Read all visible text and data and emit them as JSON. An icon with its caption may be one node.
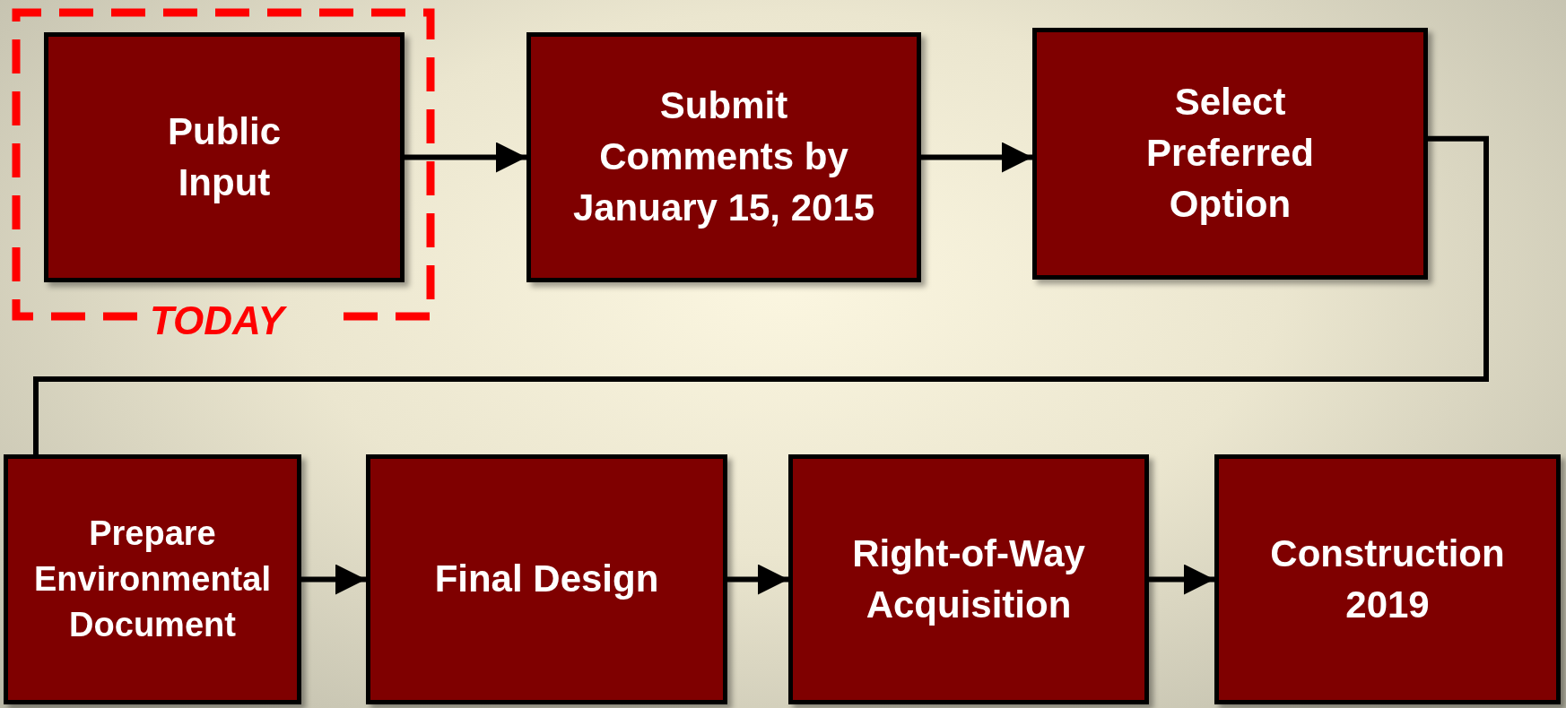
{
  "diagram": {
    "nodes": [
      {
        "text": [
          "TODAY"
        ]
      },
      {
        "text": [
          "Public Input"
        ],
        "in": 0
      },
      {
        "text": [
          "Submit Comments by January 15, 2015"
        ]
      },
      {
        "text": [
          "Select Preferred Option"
        ]
      },
      {
        "text": [
          "Prepare Environmental Document"
        ]
      },
      {
        "text": [
          "Final Design"
        ]
      },
      {
        "text": [
          "Right-of-Way Acquisition"
        ]
      },
      {
        "text": [
          "Construction 2019"
        ]
      }
    ],
    "edges": [
      {
        "from": 1,
        "to": 2,
        "arrow": "to"
      },
      {
        "from": 2,
        "to": 3,
        "arrow": "to"
      },
      {
        "from": 3,
        "to": 4,
        "arrow": "none"
      },
      {
        "from": 4,
        "to": 5,
        "arrow": "to"
      },
      {
        "from": 5,
        "to": 6,
        "arrow": "to"
      },
      {
        "from": 6,
        "to": 7,
        "arrow": "to"
      }
    ]
  }
}
